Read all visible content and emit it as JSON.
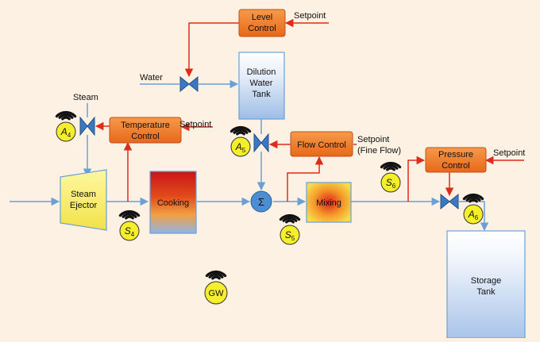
{
  "blocks": {
    "level_control": [
      "Level",
      "Control"
    ],
    "dilution_tank": [
      "Dilution",
      "Water",
      "Tank"
    ],
    "temperature_control": [
      "Temperature",
      "Control"
    ],
    "flow_control": "Flow Control",
    "pressure_control": [
      "Pressure",
      "Control"
    ],
    "steam_ejector": [
      "Steam",
      "Ejector"
    ],
    "cooking": "Cooking",
    "summer": "Σ",
    "mixing": "Mixing",
    "storage_tank": [
      "Storage",
      "Tank"
    ]
  },
  "inputs": {
    "water": "Water",
    "steam": "Steam",
    "setpoint_level": "Setpoint",
    "setpoint_temperature": "Setpoint",
    "setpoint_flow": "Setpoint",
    "fine_flow": "(Fine Flow)",
    "setpoint_pressure": "Setpoint"
  },
  "nodes": {
    "a4": {
      "letter": "A",
      "sub": "4"
    },
    "a5": {
      "letter": "A",
      "sub": "5"
    },
    "a6": {
      "letter": "A",
      "sub": "6"
    },
    "s4": {
      "letter": "S",
      "sub": "4"
    },
    "s5": {
      "letter": "S",
      "sub": "5"
    },
    "s6": {
      "letter": "S",
      "sub": "6"
    },
    "gw": {
      "letter": "GW",
      "sub": ""
    }
  },
  "colors": {
    "control_block": "#f07a2a",
    "control_border": "#c0501a",
    "process_line": "#6aa0d8",
    "control_line": "#e02a1a",
    "node_fill": "#f5ee2a",
    "valve": "#3b78c4",
    "summer": "#4d8ed3",
    "background": "#fdf1e4"
  }
}
